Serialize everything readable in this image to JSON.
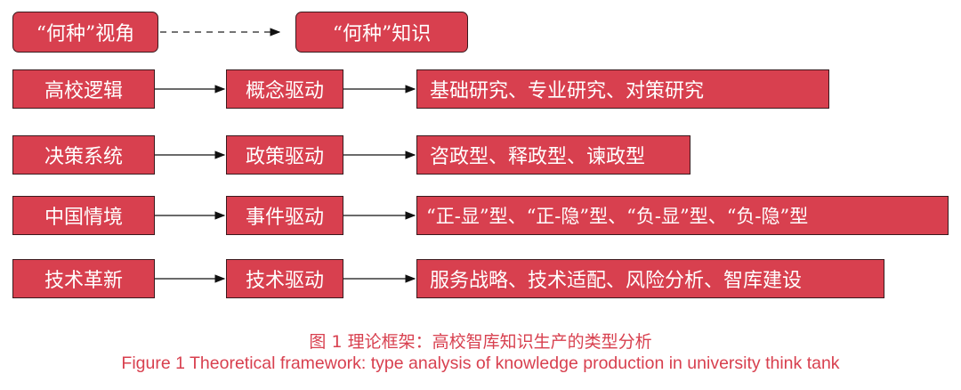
{
  "header": {
    "perspective": "“何种”视角",
    "knowledge": "“何种”知识"
  },
  "rows": [
    {
      "source": "高校逻辑",
      "driver": "概念驱动",
      "types": "基础研究、专业研究、对策研究"
    },
    {
      "source": "决策系统",
      "driver": "政策驱动",
      "types": "咨政型、释政型、谏政型"
    },
    {
      "source": "中国情境",
      "driver": "事件驱动",
      "types": "“正-显”型、“正-隐”型、“负-显”型、“负-隐”型"
    },
    {
      "source": "技术革新",
      "driver": "技术驱动",
      "types": "服务战略、技术适配、风险分析、智库建设"
    }
  ],
  "caption": {
    "cn": "图 1  理论框架：高校智库知识生产的类型分析",
    "en": "Figure 1  Theoretical framework: type analysis of knowledge production in university think tank"
  },
  "colors": {
    "box_fill": "#d8404f",
    "box_border": "#3a1a1e",
    "caption": "#d8404f"
  }
}
